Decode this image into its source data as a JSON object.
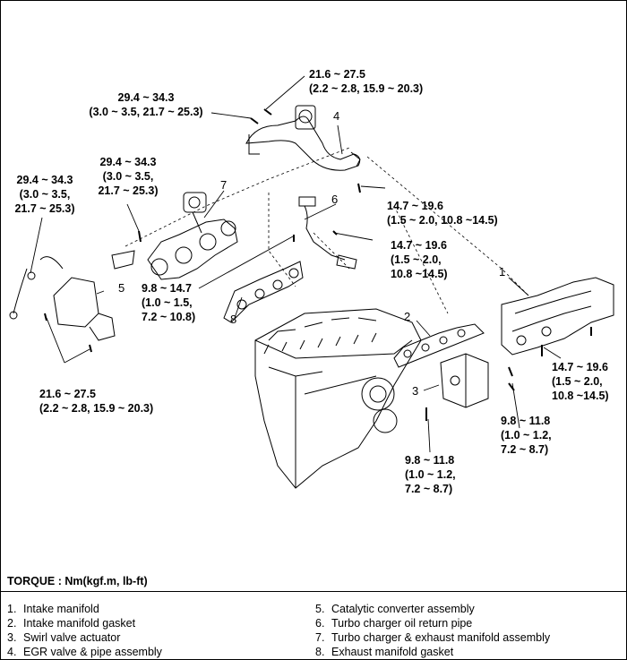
{
  "torque_labels": [
    {
      "id": "egr-top",
      "lines": [
        "21.6 ~ 27.5",
        "(2.2 ~ 2.8, 15.9 ~ 20.3)"
      ]
    },
    {
      "id": "egr-left",
      "lines": [
        "29.4 ~ 34.3",
        "(3.0 ~ 3.5, 21.7 ~ 25.3)"
      ]
    },
    {
      "id": "turbo-mid",
      "lines": [
        "29.4 ~ 34.3",
        "(3.0 ~ 3.5,",
        "21.7 ~ 25.3)"
      ]
    },
    {
      "id": "cat-left",
      "lines": [
        "29.4 ~ 34.3",
        "(3.0 ~ 3.5,",
        "21.7 ~ 25.3)"
      ]
    },
    {
      "id": "egr-right",
      "lines": [
        "14.7 ~ 19.6",
        "(1.5 ~ 2.0, 10.8 ~14.5)"
      ]
    },
    {
      "id": "oil-return",
      "lines": [
        "14.7 ~ 19.6",
        "(1.5 ~ 2.0,",
        "10.8 ~14.5)"
      ]
    },
    {
      "id": "exh-gasket",
      "lines": [
        "9.8 ~ 14.7",
        "(1.0 ~ 1.5,",
        "7.2 ~ 10.8)"
      ]
    },
    {
      "id": "cat-bottom",
      "lines": [
        "21.6 ~ 27.5",
        "(2.2 ~ 2.8, 15.9 ~ 20.3)"
      ]
    },
    {
      "id": "intake-right",
      "lines": [
        "14.7 ~ 19.6",
        "(1.5 ~ 2.0,",
        "10.8 ~14.5)"
      ]
    },
    {
      "id": "swirl-right",
      "lines": [
        "9.8 ~ 11.8",
        "(1.0 ~ 1.2,",
        "7.2 ~ 8.7)"
      ]
    },
    {
      "id": "swirl-bottom",
      "lines": [
        "9.8 ~ 11.8",
        "(1.0 ~ 1.2,",
        "7.2 ~ 8.7)"
      ]
    }
  ],
  "callouts": [
    "1",
    "2",
    "3",
    "4",
    "5",
    "6",
    "7",
    "8"
  ],
  "torque_unit": "TORQUE : Nm(kgf.m, lb-ft)",
  "legend": [
    {
      "num": "1.",
      "label": "Intake manifold"
    },
    {
      "num": "2.",
      "label": "Intake manifold gasket"
    },
    {
      "num": "3.",
      "label": "Swirl valve actuator"
    },
    {
      "num": "4.",
      "label": "EGR valve & pipe assembly"
    },
    {
      "num": "5.",
      "label": "Catalytic converter assembly"
    },
    {
      "num": "6.",
      "label": "Turbo charger oil return pipe"
    },
    {
      "num": "7.",
      "label": "Turbo charger & exhaust manifold assembly"
    },
    {
      "num": "8.",
      "label": "Exhaust manifold gasket"
    }
  ]
}
